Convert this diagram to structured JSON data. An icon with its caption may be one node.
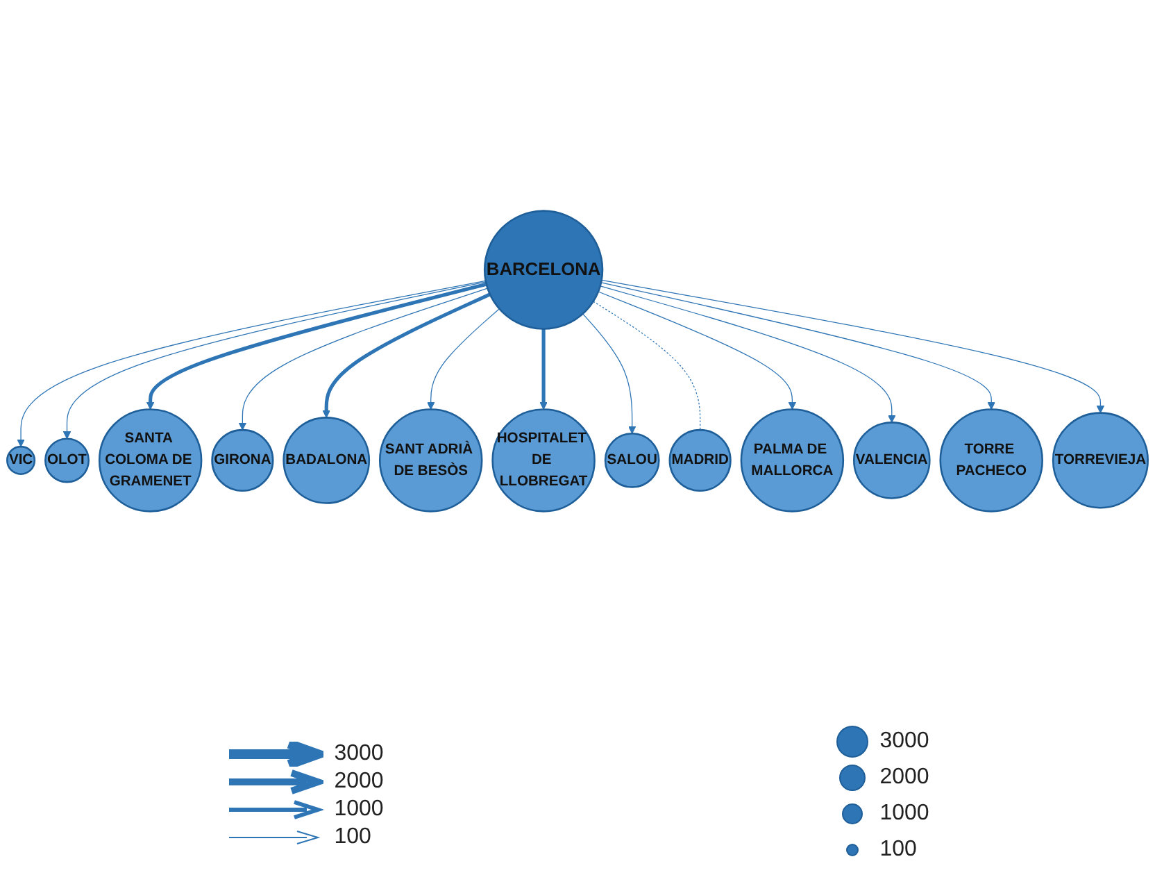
{
  "diagram": {
    "nodes": [
      {
        "text": [
          "VIC"
        ]
      },
      {
        "text": [
          "OLOT"
        ]
      },
      {
        "text": [
          "SANTA COLOMA DE GRAMENET"
        ]
      },
      {
        "text": [
          "GIRONA"
        ]
      },
      {
        "text": [
          "BADALONA"
        ]
      },
      {
        "text": [
          "SANT ADRIÀ DE BESÒS"
        ]
      },
      {
        "text": [
          "BARCELONA"
        ]
      },
      {
        "text": [
          "HOSPITALET DE LLOBREGAT"
        ]
      },
      {
        "text": [
          "SALOU"
        ]
      },
      {
        "text": [
          "MADRID"
        ]
      },
      {
        "text": [
          "PALMA DE MALLORCA"
        ]
      },
      {
        "text": [
          "VALENCIA"
        ]
      },
      {
        "text": [
          "TORRE PACHECO"
        ]
      },
      {
        "text": [
          "TORREVIEJA"
        ]
      }
    ],
    "edges": [
      {
        "from": 6,
        "to": 0,
        "arrow": "to"
      },
      {
        "from": 6,
        "to": 1,
        "arrow": "to"
      },
      {
        "from": 6,
        "to": 2,
        "arrow": "to",
        "style": "thick"
      },
      {
        "from": 6,
        "to": 3,
        "arrow": "to"
      },
      {
        "from": 6,
        "to": 4,
        "arrow": "to",
        "style": "thick"
      },
      {
        "from": 6,
        "to": 5,
        "arrow": "to"
      },
      {
        "from": 6,
        "to": 7,
        "arrow": "to",
        "style": "thick"
      },
      {
        "from": 6,
        "to": 8,
        "arrow": "to"
      },
      {
        "from": 6,
        "to": 9,
        "arrow": "none",
        "style": "dashed"
      },
      {
        "from": 6,
        "to": 10,
        "arrow": "to"
      },
      {
        "from": 6,
        "to": 11,
        "arrow": "to"
      },
      {
        "from": 6,
        "to": 12,
        "arrow": "to"
      },
      {
        "from": 6,
        "to": 13,
        "arrow": "to"
      }
    ],
    "legend": [
      {
        "text": "3000"
      },
      {
        "text": "2000"
      },
      {
        "text": "1000"
      },
      {
        "text": "100"
      },
      {
        "text": "3000"
      },
      {
        "text": "2000"
      },
      {
        "text": "1000"
      },
      {
        "text": "100"
      }
    ]
  }
}
